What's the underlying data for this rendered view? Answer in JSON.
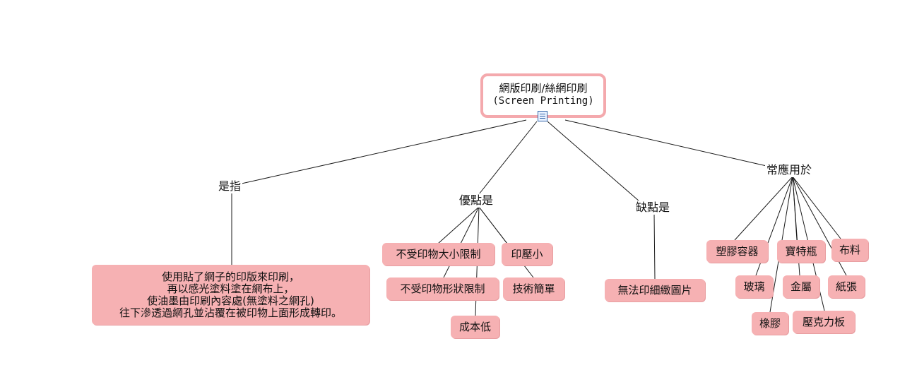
{
  "root": {
    "line1": "網版印刷/絲網印刷",
    "line2": "(Screen Printing)"
  },
  "links": {
    "definition": "是指",
    "advantages": "優點是",
    "disadvantages": "缺點是",
    "applications": "常應用於"
  },
  "definition_text": [
    "使用貼了網子的印版來印刷，",
    "再以感光塗料塗在網布上，",
    "使油墨由印刷內容處(無塗料之網孔)",
    "往下滲透過網孔並沾覆在被印物上面形成轉印。"
  ],
  "advantages": [
    "不受印物大小限制",
    "印壓小",
    "不受印物形狀限制",
    "技術簡單",
    "成本低"
  ],
  "disadvantages": [
    "無法印細緻圖片"
  ],
  "applications": [
    "塑膠容器",
    "寶特瓶",
    "布料",
    "玻璃",
    "金屬",
    "紙張",
    "橡膠",
    "壓克力板"
  ],
  "colors": {
    "node_fill": "#f6b1b3",
    "root_border": "#f4a9ad",
    "line": "#1a1a1a"
  }
}
